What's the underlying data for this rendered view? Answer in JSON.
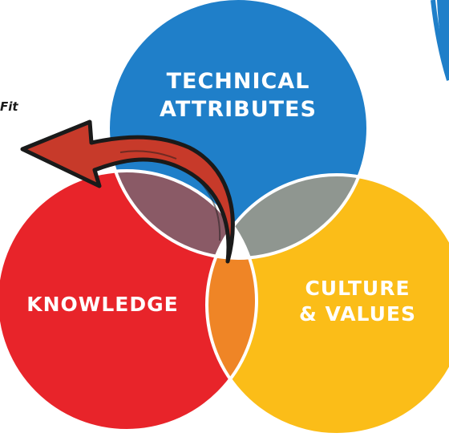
{
  "diagram": {
    "fit_label": "Fit",
    "circles": [
      {
        "label_line1": "TECHNICAL",
        "label_line2": "ATTRIBUTES",
        "color": "#1f7fc9"
      },
      {
        "label_line1": "KNOWLEDGE",
        "label_line2": "",
        "color": "#e8242a"
      },
      {
        "label_line1": "CULTURE",
        "label_line2": "& VALUES",
        "color": "#fbbd18"
      }
    ],
    "overlap_colors": {
      "technical_knowledge": "#8a5a66",
      "technical_culture": "#8f9690",
      "knowledge_culture": "#ef8526",
      "center": "#ffffff"
    },
    "arrow_color": "#c73a2a",
    "corner_shape_color": "#1f7fc9"
  }
}
